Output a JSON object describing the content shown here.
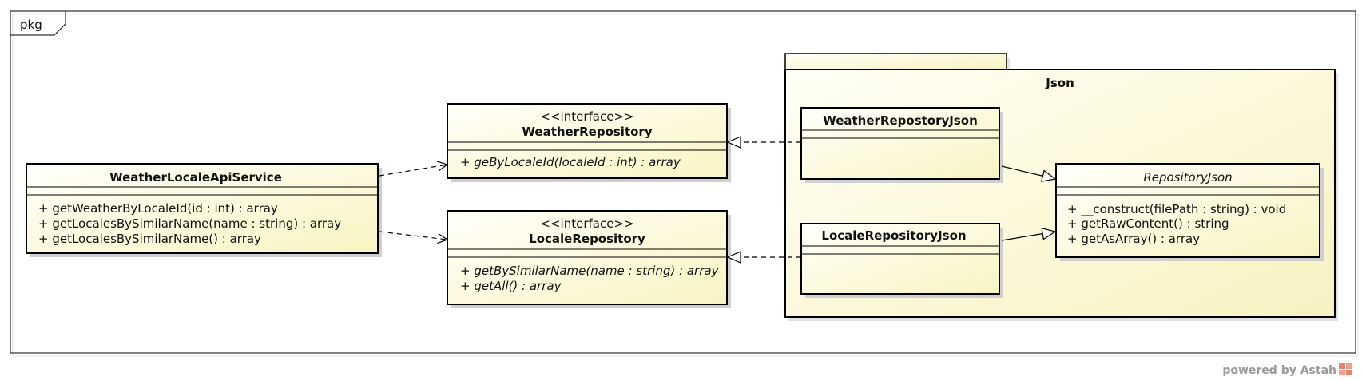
{
  "frame": {
    "label": "pkg"
  },
  "package_json": {
    "name": "Json"
  },
  "classes": {
    "weather_locale_api_service": {
      "name": "WeatherLocaleApiService",
      "operations": [
        "+ getWeatherByLocaleId(id : int) : array",
        "+ getLocalesBySimilarName(name : string) : array",
        "+ getLocalesBySimilarName() : array"
      ]
    },
    "weather_repository": {
      "stereotype": "<<interface>>",
      "name": "WeatherRepository",
      "operations": [
        "+ geByLocaleId(localeId : int) : array"
      ]
    },
    "locale_repository": {
      "stereotype": "<<interface>>",
      "name": "LocaleRepository",
      "operations": [
        "+ getBySimilarName(name : string) : array",
        "+ getAll() : array"
      ]
    },
    "weather_repository_json": {
      "name": "WeatherRepostoryJson"
    },
    "locale_repository_json": {
      "name": "LocaleRepositoryJson"
    },
    "repository_json": {
      "name": "RepositoryJson",
      "operations": [
        "+ __construct(filePath : string) : void",
        "+ getRawContent() : string",
        "+ getAsArray() : array"
      ]
    }
  },
  "watermark": {
    "text": "powered by Astah"
  },
  "colors": {
    "class_fill_light": "#fffff5",
    "class_fill_dark": "#fbf7c8",
    "stroke": "#000000",
    "shadow": "#c8c8c8",
    "watermark": "#9a9a9a",
    "astah_logo": "#e8836a"
  }
}
